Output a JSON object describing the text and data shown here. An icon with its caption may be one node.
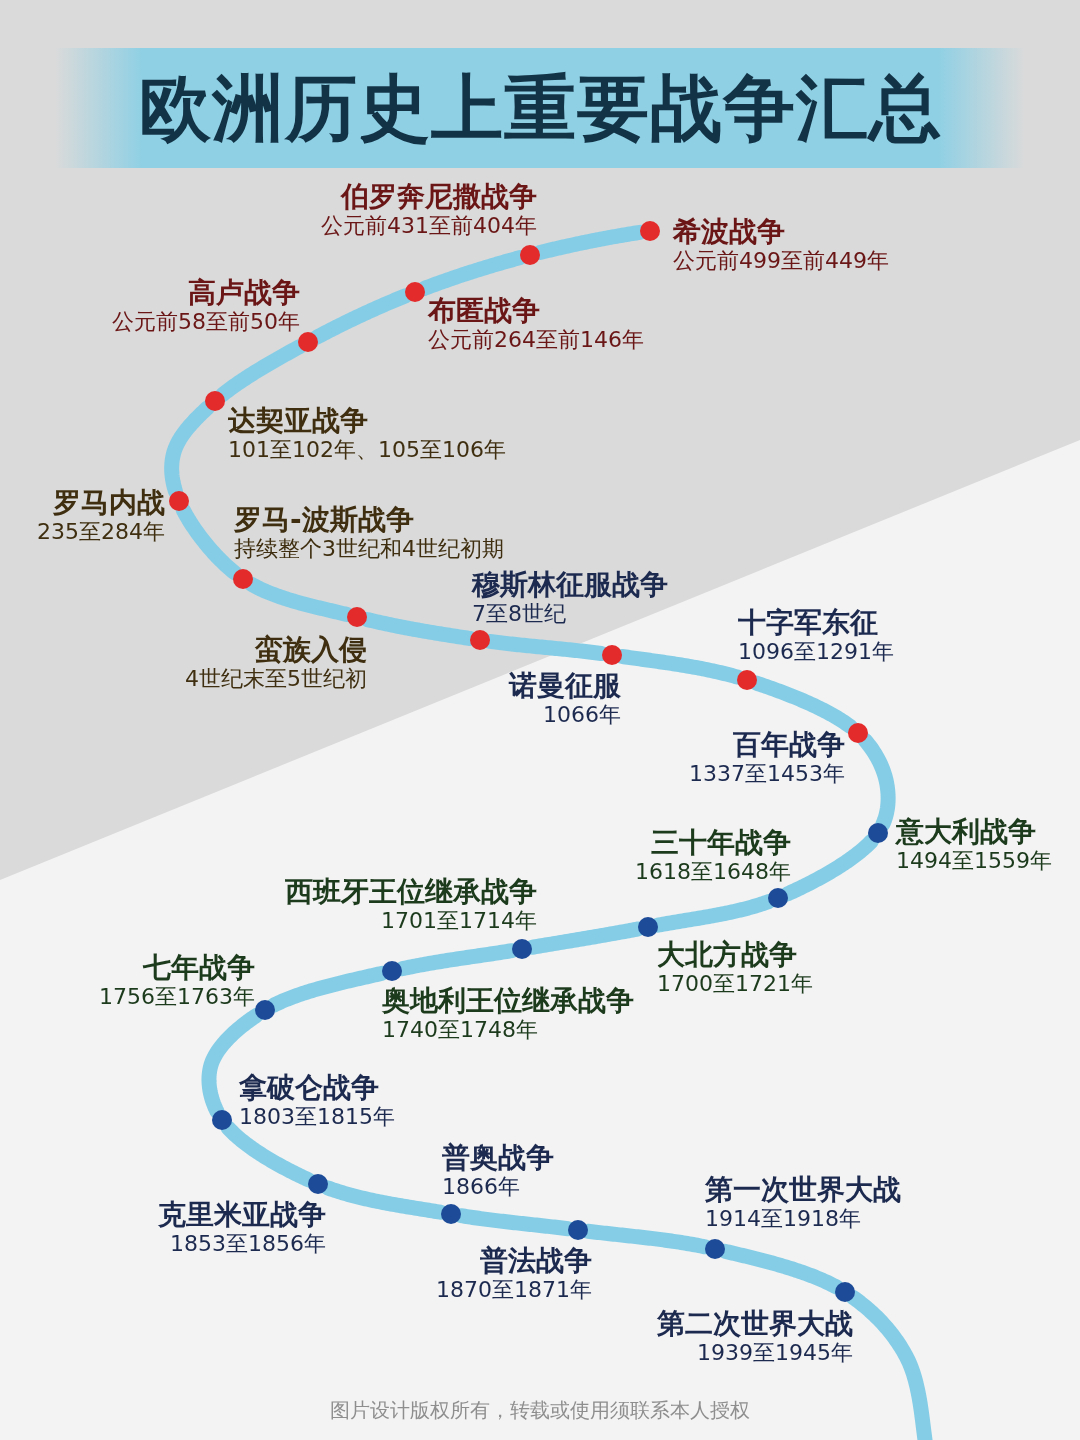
{
  "diagram": {
    "title": "欧洲历史上重要战争汇总",
    "nodes": [
      {
        "text": [],
        "shape": "circle",
        "beside": [
          "希波战争",
          "公元前499至前449年"
        ]
      },
      {
        "text": [],
        "shape": "circle",
        "beside": [
          "伯罗奔尼撒战争",
          "公元前431至前404年"
        ]
      },
      {
        "text": [],
        "shape": "circle",
        "beside": [
          "布匿战争",
          "公元前264至前146年"
        ]
      },
      {
        "text": [],
        "shape": "circle",
        "beside": [
          "高卢战争",
          "公元前58至前50年"
        ]
      },
      {
        "text": [],
        "shape": "circle",
        "beside": [
          "达契亚战争",
          "101至102年、105至106年"
        ]
      },
      {
        "text": [],
        "shape": "circle",
        "beside": [
          "罗马内战",
          "235至284年"
        ]
      },
      {
        "text": [],
        "shape": "circle",
        "beside": [
          "罗马-波斯战争",
          "持续整个3世纪和4世纪初期"
        ]
      },
      {
        "text": [],
        "shape": "circle",
        "beside": [
          "蛮族入侵",
          "4世纪末至5世纪初"
        ]
      },
      {
        "text": [],
        "shape": "circle",
        "beside": [
          "穆斯林征服战争",
          "7至8世纪"
        ]
      },
      {
        "text": [],
        "shape": "circle",
        "beside": [
          "诺曼征服",
          "1066年"
        ]
      },
      {
        "text": [],
        "shape": "circle",
        "beside": [
          "十字军东征",
          "1096至1291年"
        ]
      },
      {
        "text": [],
        "shape": "circle",
        "beside": [
          "百年战争",
          "1337至1453年"
        ]
      },
      {
        "text": [],
        "shape": "circle",
        "beside": [
          "意大利战争",
          "1494至1559年"
        ]
      },
      {
        "text": [],
        "shape": "circle",
        "beside": [
          "三十年战争",
          "1618至1648年"
        ]
      },
      {
        "text": [],
        "shape": "circle",
        "beside": [
          "大北方战争",
          "1700至1721年"
        ]
      },
      {
        "text": [],
        "shape": "circle",
        "beside": [
          "西班牙王位继承战争",
          "1701至1714年"
        ]
      },
      {
        "text": [],
        "shape": "circle",
        "beside": [
          "奥地利王位继承战争",
          "1740至1748年"
        ]
      },
      {
        "text": [],
        "shape": "circle",
        "beside": [
          "七年战争",
          "1756至1763年"
        ]
      },
      {
        "text": [],
        "shape": "circle",
        "beside": [
          "拿破仑战争",
          "1803至1815年"
        ]
      },
      {
        "text": [],
        "shape": "circle",
        "beside": [
          "克里米亚战争",
          "1853至1856年"
        ]
      },
      {
        "text": [],
        "shape": "circle",
        "beside": [
          "普奥战争",
          "1866年"
        ]
      },
      {
        "text": [],
        "shape": "circle",
        "beside": [
          "普法战争",
          "1870至1871年"
        ]
      },
      {
        "text": [],
        "shape": "circle",
        "beside": [
          "第一次世界大战",
          "1914至1918年"
        ]
      },
      {
        "text": [],
        "shape": "circle",
        "beside": [
          "第二次世界大战",
          "1939至1945年"
        ]
      }
    ],
    "edges": [
      {
        "from": 0,
        "to": 1,
        "arrow": "none"
      },
      {
        "from": 1,
        "to": 2,
        "arrow": "none"
      },
      {
        "from": 2,
        "to": 3,
        "arrow": "none"
      },
      {
        "from": 3,
        "to": 4,
        "arrow": "none"
      },
      {
        "from": 4,
        "to": 5,
        "arrow": "none"
      },
      {
        "from": 5,
        "to": 6,
        "arrow": "none"
      },
      {
        "from": 6,
        "to": 7,
        "arrow": "none"
      },
      {
        "from": 7,
        "to": 8,
        "arrow": "none"
      },
      {
        "from": 8,
        "to": 9,
        "arrow": "none"
      },
      {
        "from": 9,
        "to": 10,
        "arrow": "none"
      },
      {
        "from": 10,
        "to": 11,
        "arrow": "none"
      },
      {
        "from": 11,
        "to": 12,
        "arrow": "none"
      },
      {
        "from": 12,
        "to": 13,
        "arrow": "none"
      },
      {
        "from": 13,
        "to": 14,
        "arrow": "none"
      },
      {
        "from": 14,
        "to": 15,
        "arrow": "none"
      },
      {
        "from": 15,
        "to": 16,
        "arrow": "none"
      },
      {
        "from": 16,
        "to": 17,
        "arrow": "none"
      },
      {
        "from": 17,
        "to": 18,
        "arrow": "none"
      },
      {
        "from": 18,
        "to": 19,
        "arrow": "none"
      },
      {
        "from": 19,
        "to": 20,
        "arrow": "none"
      },
      {
        "from": 20,
        "to": 21,
        "arrow": "none"
      },
      {
        "from": 21,
        "to": 22,
        "arrow": "none"
      },
      {
        "from": 22,
        "to": 23,
        "arrow": "none"
      },
      {
        "from": 23,
        "to": null,
        "arrow": "none"
      }
    ],
    "labels": [
      "图片设计版权所有，转载或使用须联系本人授权"
    ]
  }
}
